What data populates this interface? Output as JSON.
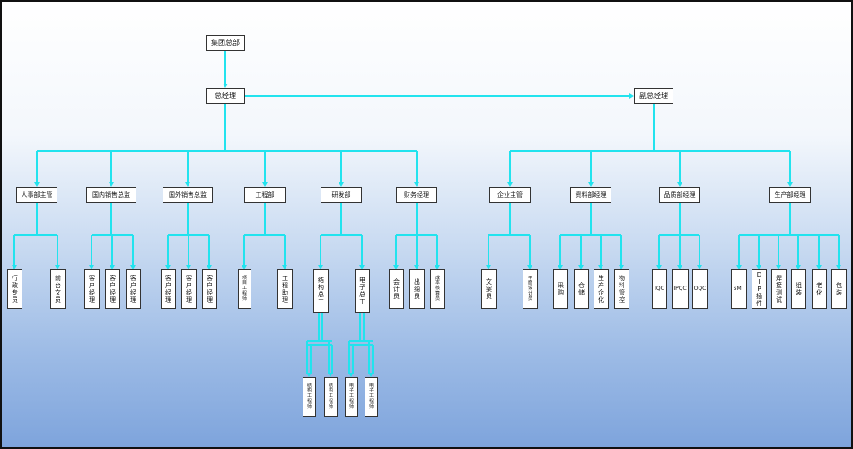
{
  "chart": {
    "group_hq": "集团总部",
    "gm": "总经理",
    "deputy_gm": "副总经理",
    "hr_head": "人事部主管",
    "hr_staff": [
      "行政专员",
      "前台文员"
    ],
    "domestic_sales_director": "国内销售总监",
    "domestic_sales_staff": [
      "客户经理",
      "客户经理",
      "客户经理"
    ],
    "intl_sales_director": "国外销售总监",
    "intl_sales_staff": [
      "客户经理",
      "客户经理",
      "客户经理"
    ],
    "engineering_dept": "工程部",
    "engineering_staff": [
      "项目工程师",
      "工程助理"
    ],
    "rnd_dept": "研发部",
    "rnd_chiefs": [
      "结构总工",
      "电子总工"
    ],
    "rnd_engineers": [
      "结构工程师",
      "结构工程师",
      "电子工程师",
      "电子工程师"
    ],
    "finance_mgr": "财务经理",
    "finance_staff": [
      "会计员",
      "出纳员",
      "成本核算员"
    ],
    "enterprise_head": "企业主管",
    "enterprise_staff": [
      "文案员",
      "平面设计员"
    ],
    "materials_mgr": "资料部经理",
    "materials_staff": [
      "采购",
      "仓储",
      "生产企化",
      "物料管控"
    ],
    "quality_mgr": "品质部经理",
    "quality_staff": [
      "IQC",
      "IPQC",
      "OQC"
    ],
    "production_mgr": "生产部经理",
    "production_staff": [
      "SMT",
      "DIP插件",
      "焊接测试",
      "组装",
      "老化",
      "包装"
    ]
  },
  "colors": {
    "connector": "#22e3ee",
    "box_border": "#333333"
  }
}
